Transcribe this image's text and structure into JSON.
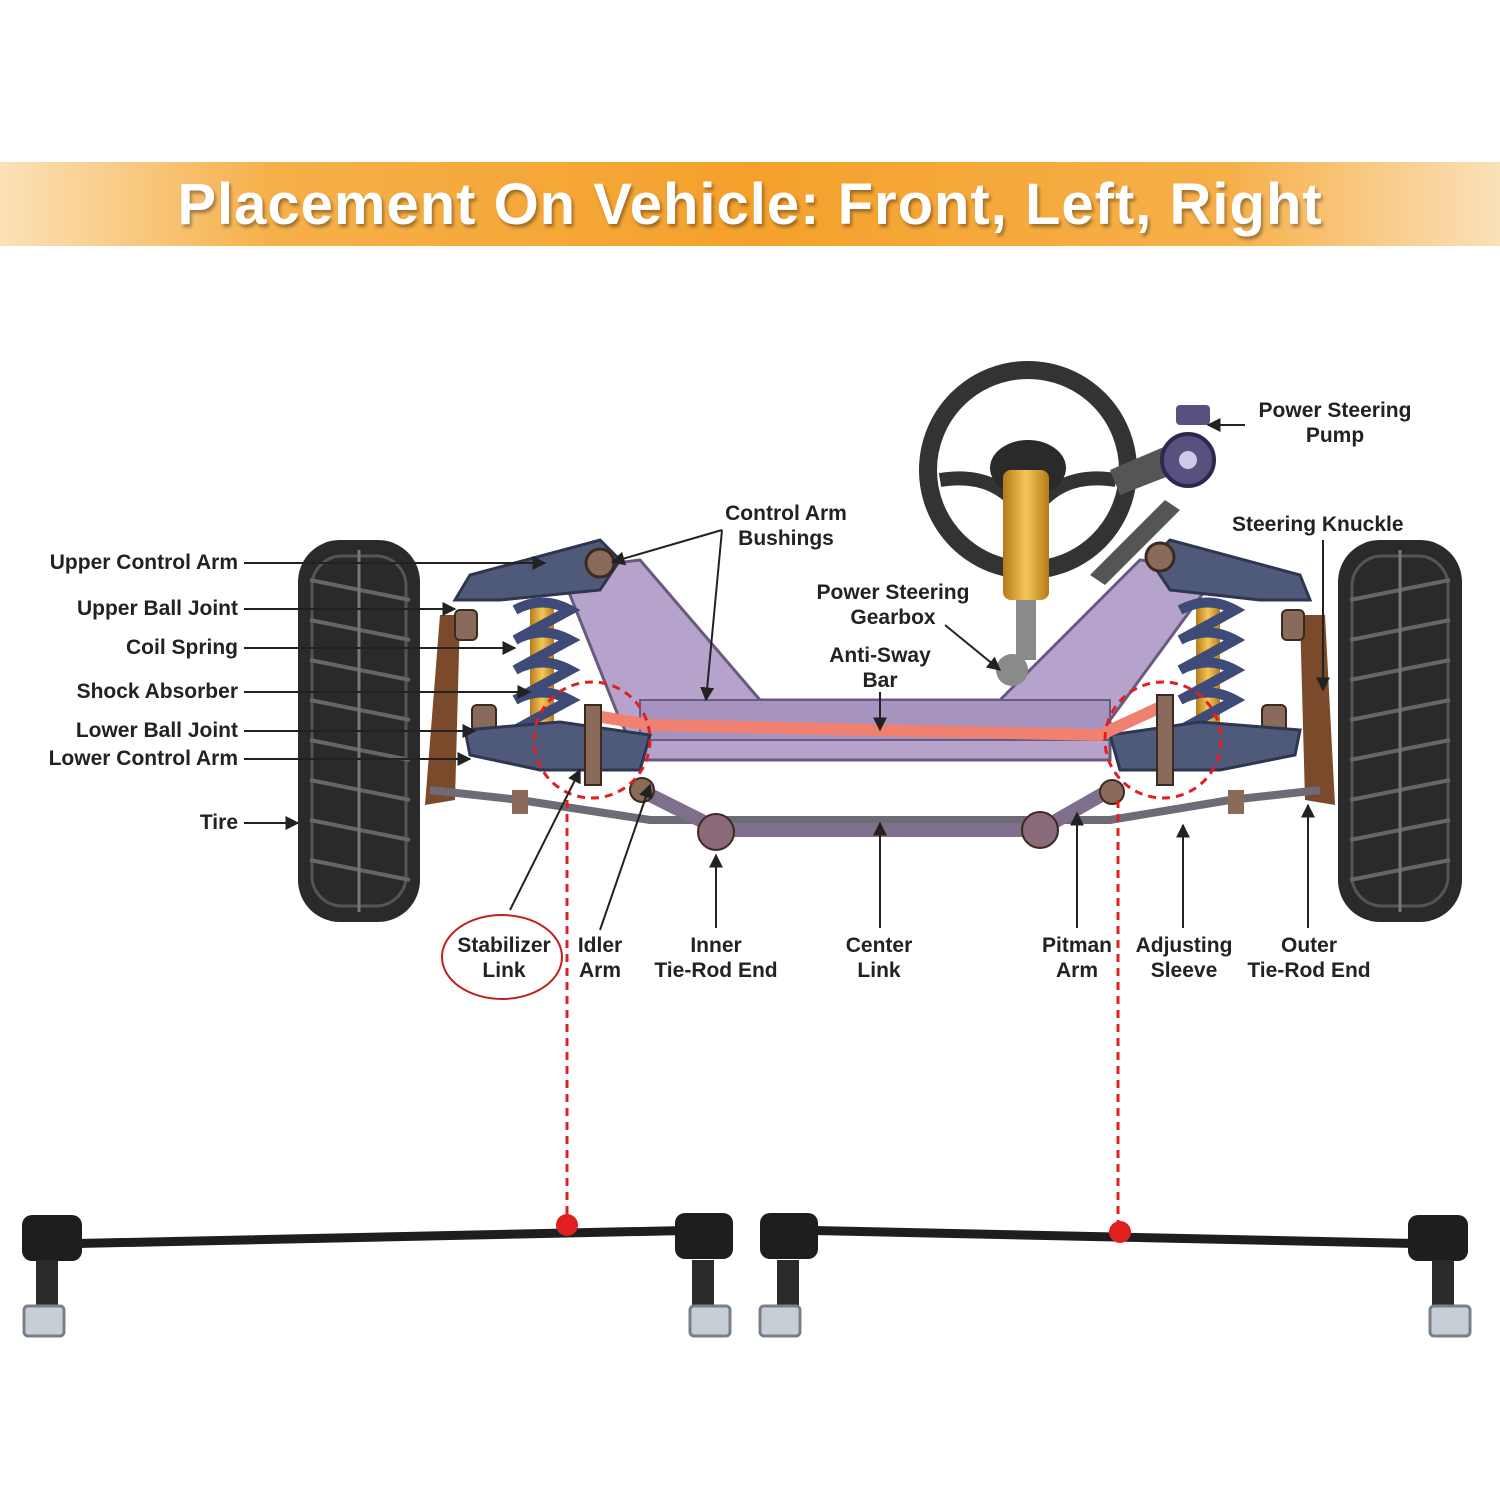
{
  "banner": {
    "title": "Placement On Vehicle: Front, Left, Right"
  },
  "labels": {
    "upper_control_arm": "Upper Control Arm",
    "upper_ball_joint": "Upper Ball Joint",
    "coil_spring": "Coil Spring",
    "shock_absorber": "Shock Absorber",
    "lower_ball_joint": "Lower Ball Joint",
    "lower_control_arm": "Lower Control Arm",
    "tire": "Tire",
    "control_arm_bushings": [
      "Control Arm",
      "Bushings"
    ],
    "power_steering_gearbox": [
      "Power Steering",
      "Gearbox"
    ],
    "anti_sway_bar": [
      "Anti-Sway",
      "Bar"
    ],
    "power_steering_pump": [
      "Power Steering",
      "Pump"
    ],
    "steering_knuckle": "Steering Knuckle",
    "stabilizer_link": [
      "Stabilizer",
      "Link"
    ],
    "idler_arm": [
      "Idler",
      "Arm"
    ],
    "inner_tie_rod_end": [
      "Inner",
      "Tie-Rod End"
    ],
    "center_link": [
      "Center",
      "Link"
    ],
    "pitman_arm": [
      "Pitman",
      "Arm"
    ],
    "adjusting_sleeve": [
      "Adjusting",
      "Sleeve"
    ],
    "outer_tie_rod_end": [
      "Outer",
      "Tie-Rod End"
    ]
  },
  "colors": {
    "banner": "#f4a12b",
    "highlight": "#e02020",
    "frame": "#b6a3cc",
    "arm": "#4f5a7a",
    "tire": "#2a2a2a",
    "sway_bar": "#f08070"
  }
}
